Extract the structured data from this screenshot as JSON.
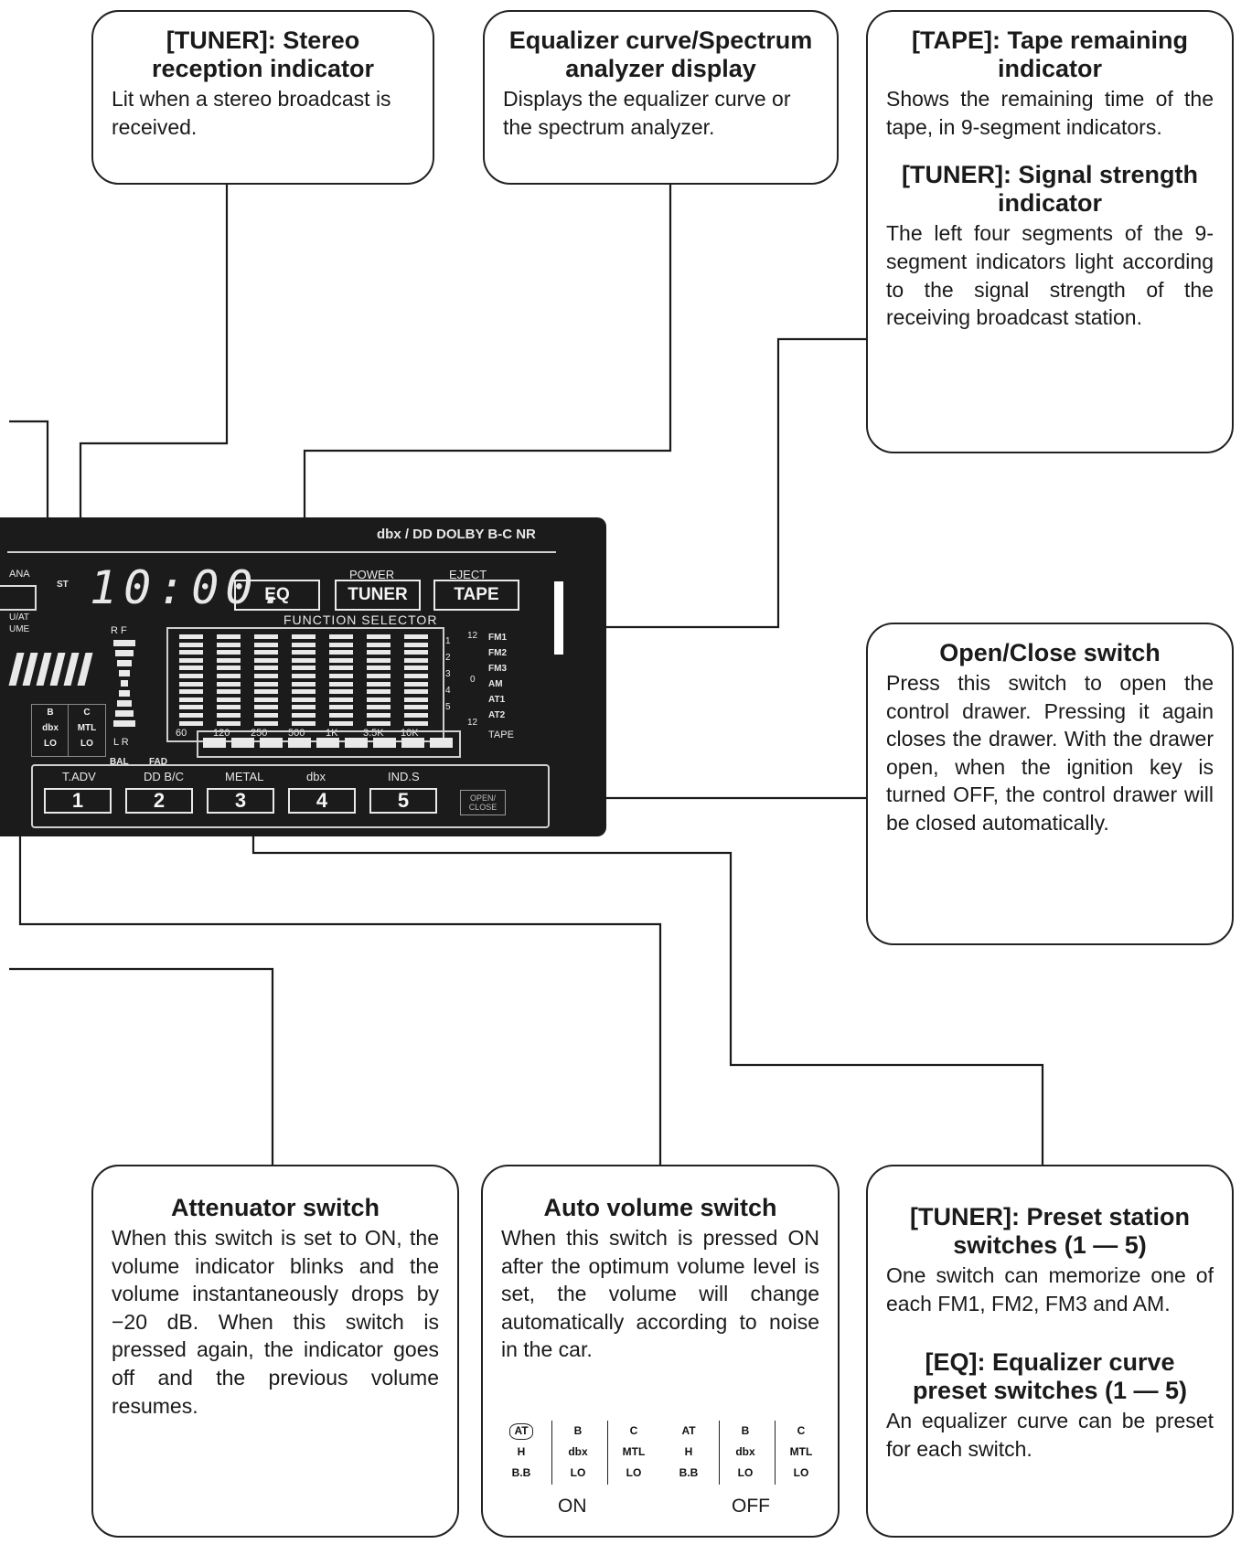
{
  "callouts": {
    "stereo": {
      "title": "[TUNER]: Stereo reception indicator",
      "text": "Lit when a stereo broadcast is received."
    },
    "eq_display": {
      "title": "Equalizer curve/Spectrum analyzer display",
      "text": "Displays the equalizer curve or the spectrum analyzer."
    },
    "tape_remaining": {
      "title": "[TAPE]: Tape remaining indicator",
      "text": "Shows the remaining time of the tape, in 9-segment indicators."
    },
    "signal_strength": {
      "title": "[TUNER]: Signal strength indicator",
      "text": "The left four segments of the 9-segment indicators light according to the signal strength of the receiving broadcast station."
    },
    "open_close": {
      "title": "Open/Close switch",
      "text": "Press this switch to open the control drawer. Pressing it again closes the drawer. With the drawer open, when the ignition key is turned OFF, the control drawer will be closed automatically."
    },
    "attenuator": {
      "title": "Attenuator switch",
      "text": "When this switch is set to ON, the volume indicator blinks and the volume instantaneously drops by −20 dB. When this switch is pressed again, the indicator goes off and the previous volume resumes."
    },
    "auto_volume": {
      "title": "Auto volume switch",
      "text": "When this switch is pressed ON after the optimum volume level is set, the volume will change automatically according to noise in the car."
    },
    "preset_station": {
      "title": "[TUNER]: Preset station switches (1 — 5)",
      "text": "One switch can memorize one of each FM1, FM2, FM3 and AM."
    },
    "eq_preset": {
      "title": "[EQ]: Equalizer curve preset switches (1 — 5)",
      "text": "An equalizer curve can be preset for each switch."
    }
  },
  "indicator_table": {
    "on_label": "ON",
    "off_label": "OFF",
    "columns": [
      {
        "top": "AT",
        "mid": "H",
        "bot": "B.B"
      },
      {
        "top": "B",
        "mid": "dbx",
        "bot": "LO"
      },
      {
        "top": "C",
        "mid": "MTL",
        "bot": "LO"
      },
      {
        "top": "AT",
        "mid": "H",
        "bot": "B.B"
      },
      {
        "top": "B",
        "mid": "dbx",
        "bot": "LO"
      },
      {
        "top": "C",
        "mid": "MTL",
        "bot": "LO"
      }
    ]
  },
  "device": {
    "brand": "dbx / DD DOLBY B-C NR",
    "clock": "10:00.",
    "st_label": "ST",
    "rf_label": "R F",
    "power_label": "POWER",
    "eject_label": "EJECT",
    "function_selector": "FUNCTION SELECTOR",
    "buttons": {
      "eq": "EQ",
      "tuner": "TUNER",
      "tape": "TAPE"
    },
    "eq_freqs": [
      "60",
      "120",
      "250",
      "500",
      "1K",
      "3.5K",
      "10K"
    ],
    "band_labels": [
      "FM1",
      "FM2",
      "FM3",
      "AM",
      "AT1",
      "AT2"
    ],
    "tape_label": "TAPE",
    "scale_labels": [
      "12",
      "0",
      "12"
    ],
    "scale_numbers": [
      "1",
      "2",
      "3",
      "4",
      "5"
    ],
    "side_labels": {
      "ana": "ANA",
      "uat": "U/AT",
      "ume": "UME",
      "lr": "L R",
      "bal": "BAL",
      "fad": "FAD"
    },
    "mini_indicators": [
      {
        "top": "B",
        "mid": "dbx",
        "bot": "LO"
      },
      {
        "top": "C",
        "mid": "MTL",
        "bot": "LO"
      }
    ],
    "preset_labels": [
      "T.ADV",
      "DD B/C",
      "METAL",
      "dbx",
      "IND.S"
    ],
    "preset_numbers": [
      "1",
      "2",
      "3",
      "4",
      "5"
    ],
    "open_close_label": "OPEN/ CLOSE"
  }
}
